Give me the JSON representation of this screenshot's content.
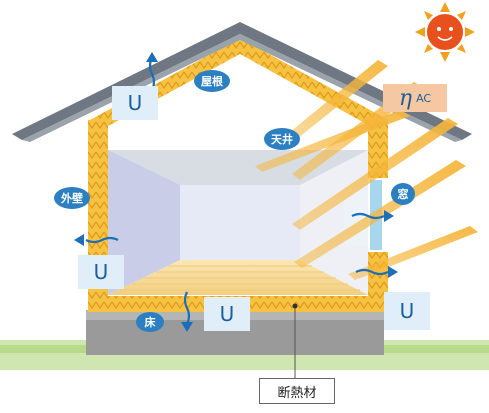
{
  "labels": {
    "roof": "屋根",
    "ceiling": "天井",
    "outer_wall": "外壁",
    "window": "窓",
    "floor": "床",
    "insulation": "断熱材"
  },
  "u_value": {
    "roof": "U",
    "wall": "U",
    "floor": "U",
    "window": "U"
  },
  "eta_ac": {
    "symbol": "η",
    "subscript": "AC"
  },
  "colors": {
    "insulation": "#f5c242",
    "bubble": "#2c7fc1",
    "u_box": "#dfeef8",
    "sun_ray": "#f5b53a",
    "ground": "#b6d98a",
    "roof": "#6e7782"
  },
  "icons": [
    "sun-icon",
    "heat-flow-arrow-icon"
  ]
}
